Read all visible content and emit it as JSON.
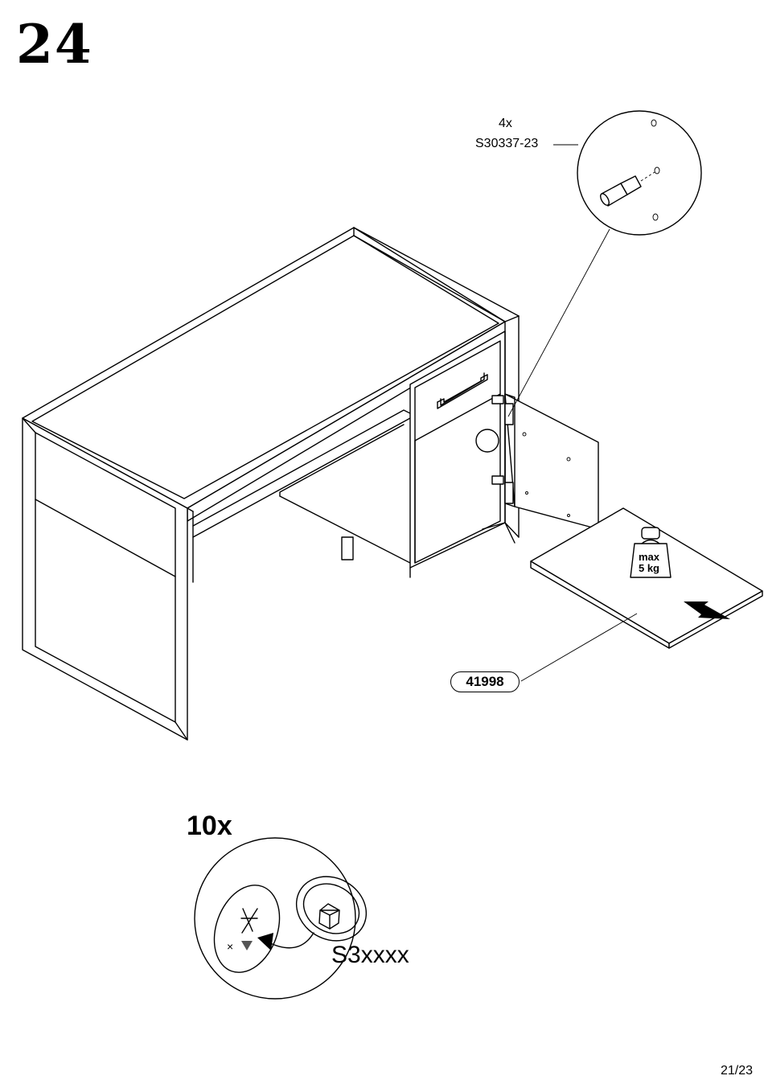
{
  "step": {
    "number": "24"
  },
  "callout_detail": {
    "quantity": "4x",
    "part_code": "S30337-23"
  },
  "shelf": {
    "part_number": "41998",
    "max_load_line1": "max",
    "max_load_line2": "5 kg"
  },
  "screw_detail": {
    "quantity": "10x",
    "part_code": "S3xxxx"
  },
  "footer": {
    "page": "21/23"
  }
}
